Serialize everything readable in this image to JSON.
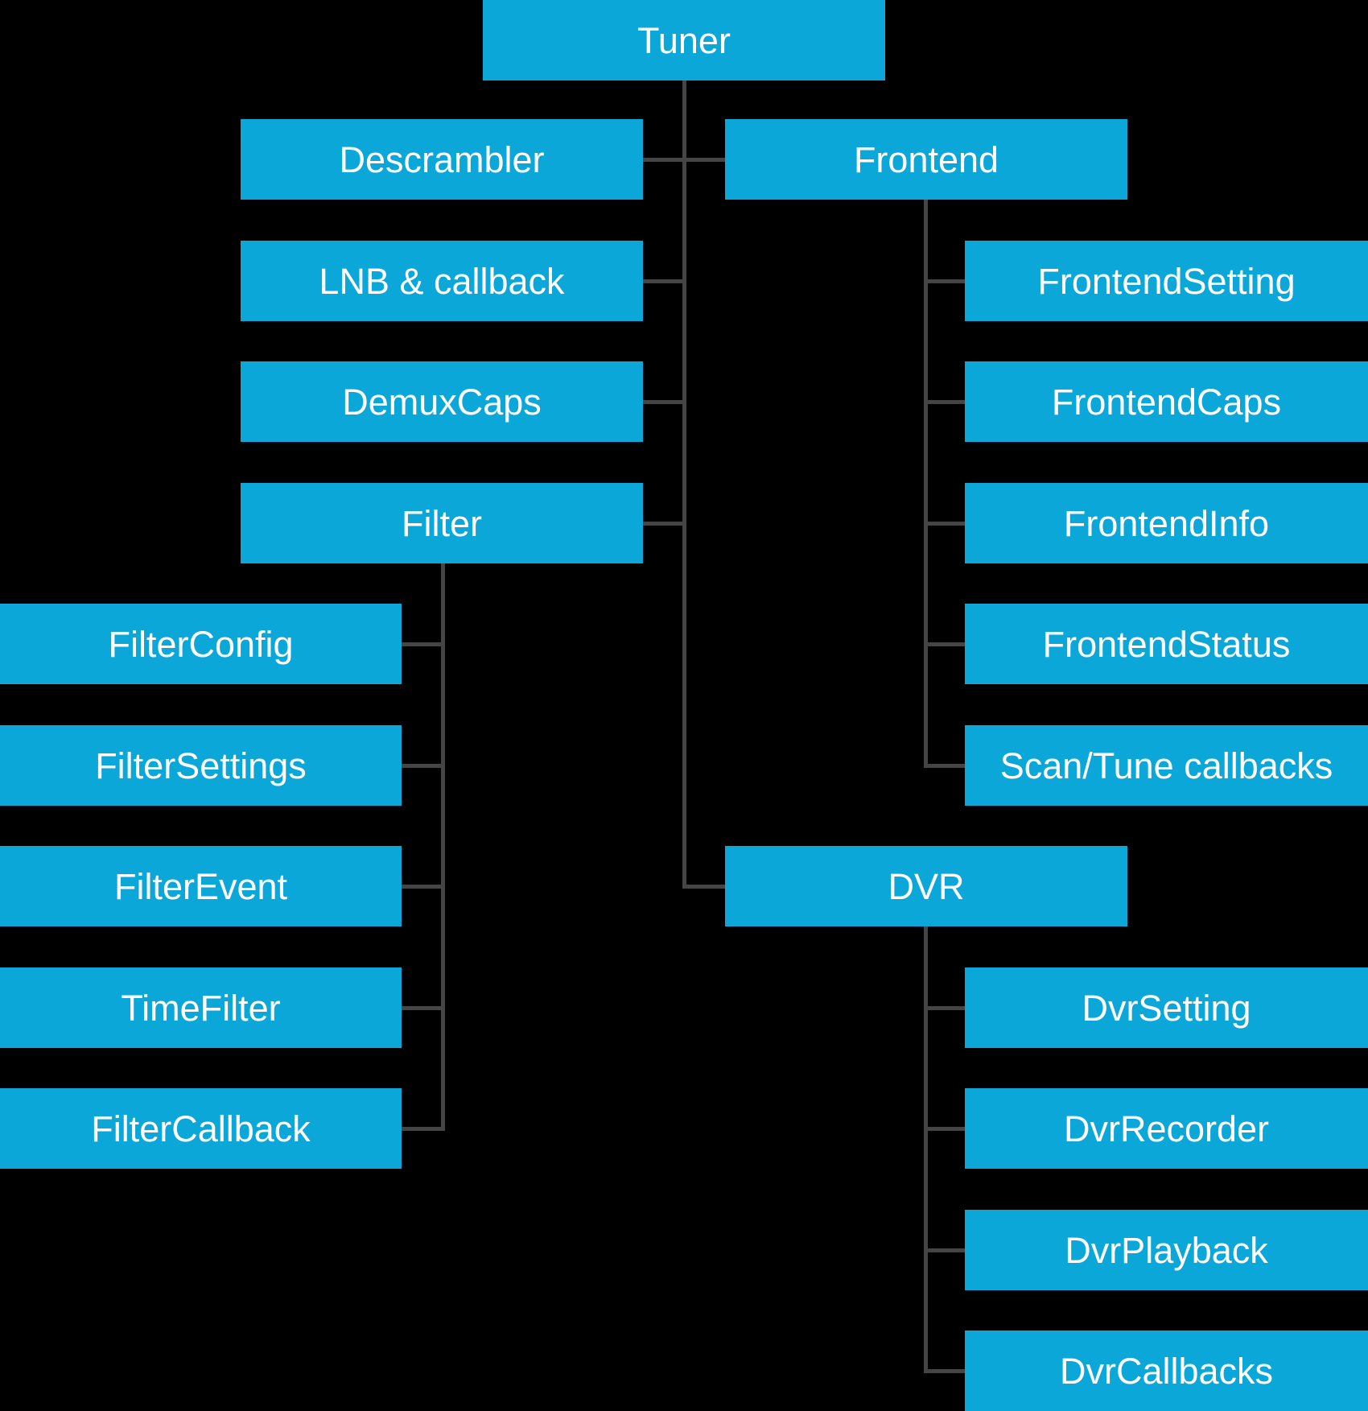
{
  "diagram": {
    "colors": {
      "background": "#000000",
      "box": "#0ba7d9",
      "connector": "#454545",
      "text": "#ffffff"
    },
    "nodes": {
      "tuner": {
        "label": "Tuner"
      },
      "descrambler": {
        "label": "Descrambler"
      },
      "lnb_callback": {
        "label": "LNB & callback"
      },
      "demux_caps": {
        "label": "DemuxCaps"
      },
      "filter": {
        "label": "Filter"
      },
      "filter_config": {
        "label": "FilterConfig"
      },
      "filter_settings": {
        "label": "FilterSettings"
      },
      "filter_event": {
        "label": "FilterEvent"
      },
      "time_filter": {
        "label": "TimeFilter"
      },
      "filter_callback": {
        "label": "FilterCallback"
      },
      "frontend": {
        "label": "Frontend"
      },
      "frontend_setting": {
        "label": "FrontendSetting"
      },
      "frontend_caps": {
        "label": "FrontendCaps"
      },
      "frontend_info": {
        "label": "FrontendInfo"
      },
      "frontend_status": {
        "label": "FrontendStatus"
      },
      "scan_tune_callbacks": {
        "label": "Scan/Tune callbacks"
      },
      "dvr": {
        "label": "DVR"
      },
      "dvr_setting": {
        "label": "DvrSetting"
      },
      "dvr_recorder": {
        "label": "DvrRecorder"
      },
      "dvr_playback": {
        "label": "DvrPlayback"
      },
      "dvr_callbacks": {
        "label": "DvrCallbacks"
      }
    },
    "hierarchy": {
      "root": "Tuner",
      "children": [
        {
          "name": "Descrambler"
        },
        {
          "name": "LNB & callback"
        },
        {
          "name": "DemuxCaps"
        },
        {
          "name": "Filter",
          "children": [
            "FilterConfig",
            "FilterSettings",
            "FilterEvent",
            "TimeFilter",
            "FilterCallback"
          ]
        },
        {
          "name": "Frontend",
          "children": [
            "FrontendSetting",
            "FrontendCaps",
            "FrontendInfo",
            "FrontendStatus",
            "Scan/Tune callbacks"
          ]
        },
        {
          "name": "DVR",
          "children": [
            "DvrSetting",
            "DvrRecorder",
            "DvrPlayback",
            "DvrCallbacks"
          ]
        }
      ]
    }
  }
}
